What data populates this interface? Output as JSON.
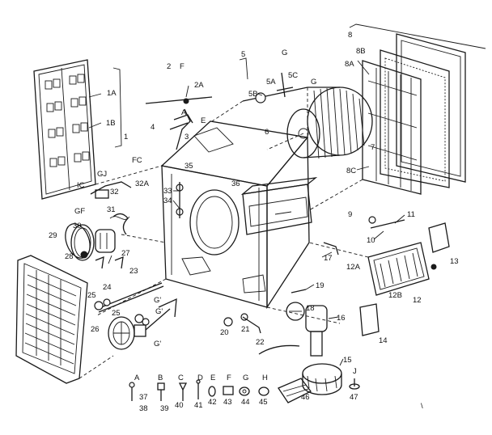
{
  "labels": {
    "l1": "1",
    "l1a": "1A",
    "l1b": "1B",
    "l2": "2",
    "l2a": "2A",
    "l3": "3",
    "l4": "4",
    "l5": "5",
    "l5a": "5A",
    "l5b": "5B",
    "l5c": "5C",
    "l6": "6",
    "l7": "7",
    "l8": "8",
    "l8a": "8A",
    "l8b": "8B",
    "l8c": "8C",
    "l9": "9",
    "l10": "10",
    "l11": "11",
    "l12": "12",
    "l12a": "12A",
    "l12b": "12B",
    "l13": "13",
    "l14": "14",
    "l15": "15",
    "l16": "16",
    "l17": "17",
    "l18": "18",
    "l19": "19",
    "l20": "20",
    "l21": "21",
    "l22": "22",
    "l23": "23",
    "l24": "24",
    "l25": "25",
    "l25b": "25",
    "l26": "26",
    "l27": "27",
    "l28": "28",
    "l29": "29",
    "l30": "30",
    "l31": "31",
    "l32": "32",
    "l32a": "32A",
    "l33": "33",
    "l34": "34",
    "l35": "35",
    "l36": "36",
    "l37": "37",
    "l38": "38",
    "l39": "39",
    "l40": "40",
    "l41": "41",
    "l42": "42",
    "l43": "43",
    "l44": "44",
    "l45": "45",
    "l46": "46",
    "l47": "47",
    "f": "F",
    "g": "G",
    "g2": "G",
    "e": "E",
    "a": "A",
    "ic": "IC",
    "gj": "GJ",
    "fc": "FC",
    "gf": "GF",
    "g1": "G'",
    "g1b": "G'",
    "g1c": "G'",
    "hw_a": "A",
    "hw_b": "B",
    "hw_c": "C",
    "hw_d": "D",
    "hw_e": "E",
    "hw_f": "F",
    "hw_g": "G",
    "hw_h": "H",
    "hw_j": "J",
    "tick": "\\"
  }
}
